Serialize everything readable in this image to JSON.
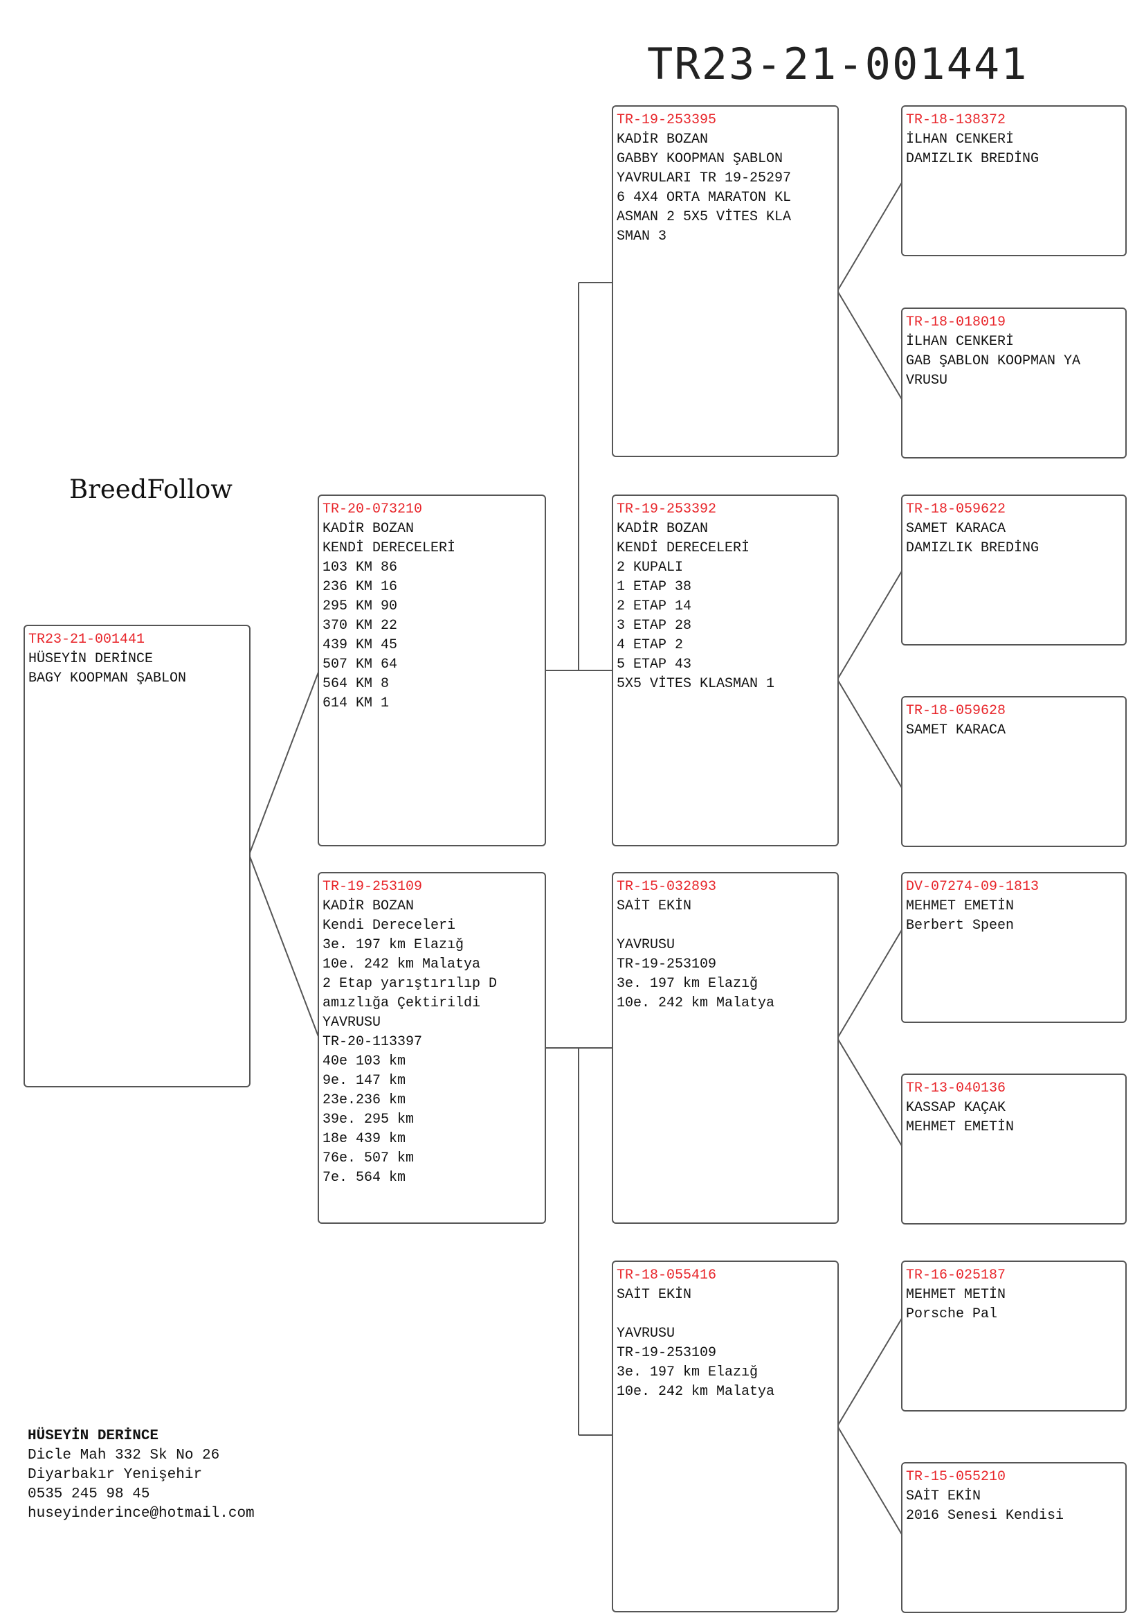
{
  "header": {
    "title": "TR23-21-001441"
  },
  "brand": {
    "name": "BreedFollow"
  },
  "colors": {
    "ring_number": "#e8262b",
    "border": "#555555"
  },
  "pedigree": {
    "subject": {
      "ring": "TR23-21-001441",
      "lines": [
        "HÜSEYİN DERİNCE",
        "BAGY KOOPMAN ŞABLON"
      ]
    },
    "sire": {
      "ring": "TR-20-073210",
      "lines": [
        "KADİR BOZAN",
        "KENDİ DERECELERİ",
        "103 KM 86",
        "236 KM 16",
        "295 KM 90",
        "370 KM 22",
        "439 KM 45",
        "507 KM 64",
        "564 KM 8",
        "614 KM 1"
      ]
    },
    "dam": {
      "ring": "TR-19-253109",
      "lines": [
        "KADİR BOZAN",
        "Kendi Dereceleri",
        "3e. 197 km Elazığ",
        "10e. 242 km Malatya",
        "2 Etap yarıştırılıp D",
        "amızlığa Çektirildi",
        "YAVRUSU",
        "TR-20-113397",
        "40e 103 km",
        "9e. 147 km",
        "23e.236 km",
        "39e. 295 km",
        "18e 439 km",
        "76e. 507 km",
        "7e. 564 km"
      ]
    },
    "sire_sire": {
      "ring": "TR-19-253395",
      "lines": [
        "KADİR BOZAN",
        "GABBY KOOPMAN ŞABLON",
        "YAVRULARI TR 19-25297",
        "6 4X4 ORTA MARATON KL",
        "ASMAN 2 5X5 VİTES KLA",
        "SMAN 3"
      ]
    },
    "sire_dam": {
      "ring": "TR-19-253392",
      "lines": [
        "KADİR BOZAN",
        "KENDİ DERECELERİ",
        "2 KUPALI",
        "1 ETAP 38",
        "2 ETAP 14",
        "3 ETAP 28",
        "4 ETAP 2",
        "5 ETAP 43",
        "5X5 VİTES KLASMAN 1"
      ]
    },
    "dam_sire": {
      "ring": "TR-15-032893",
      "lines": [
        "SAİT EKİN",
        "",
        "YAVRUSU",
        "TR-19-253109",
        "3e. 197 km Elazığ",
        "10e. 242 km Malatya"
      ]
    },
    "dam_dam": {
      "ring": "TR-18-055416",
      "lines": [
        "SAİT EKİN",
        "",
        "YAVRUSU",
        "TR-19-253109",
        "3e. 197 km Elazığ",
        "10e. 242 km Malatya"
      ]
    },
    "ggp1": {
      "ring": "TR-18-138372",
      "lines": [
        "İLHAN CENKERİ",
        "DAMIZLIK BREDİNG"
      ]
    },
    "ggp2": {
      "ring": "TR-18-018019",
      "lines": [
        "İLHAN CENKERİ",
        "GAB ŞABLON KOOPMAN YA",
        "VRUSU"
      ]
    },
    "ggp3": {
      "ring": "TR-18-059622",
      "lines": [
        "SAMET KARACA",
        "DAMIZLIK BREDİNG"
      ]
    },
    "ggp4": {
      "ring": "TR-18-059628",
      "lines": [
        "SAMET KARACA"
      ]
    },
    "ggp5": {
      "ring": "DV-07274-09-1813",
      "lines": [
        "MEHMET EMETİN",
        "Berbert Speen"
      ]
    },
    "ggp6": {
      "ring": "TR-13-040136",
      "lines": [
        "KASSAP KAÇAK",
        "MEHMET EMETİN"
      ]
    },
    "ggp7": {
      "ring": "TR-16-025187",
      "lines": [
        "MEHMET METİN",
        "Porsche Pal"
      ]
    },
    "ggp8": {
      "ring": "TR-15-055210",
      "lines": [
        "SAİT EKİN",
        "2016 Senesi Kendisi"
      ]
    }
  },
  "contact": {
    "name": "HÜSEYİN DERİNCE",
    "address1": "Dicle Mah 332 Sk No 26",
    "address2": "Diyarbakır Yenişehir",
    "phone": "0535 245 98 45",
    "email": "huseyinderince@hotmail.com"
  }
}
